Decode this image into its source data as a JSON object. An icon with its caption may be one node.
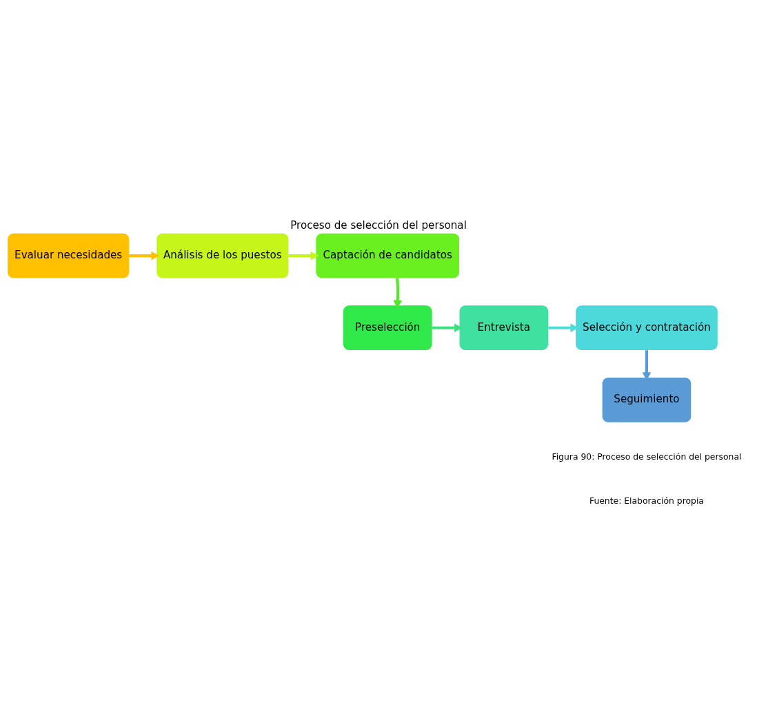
{
  "diagram": {
    "title": "Proceso de selección del personal",
    "caption": "Figura 90: Proceso de selección del personal",
    "nodes": [
      {
        "text": [
          "Evaluar necesidades"
        ]
      },
      {
        "text": [
          "Análisis de los puestos"
        ]
      },
      {
        "text": [
          "Captación de candidatos"
        ]
      },
      {
        "text": [
          "Preselección"
        ]
      },
      {
        "text": [
          "Entrevista"
        ]
      },
      {
        "text": [
          "Selección y contratación"
        ]
      },
      {
        "text": [
          "Seguimiento"
        ]
      }
    ],
    "edges": [
      {
        "from": 0,
        "to": 1,
        "arrow": "to",
        "color": "#ffc000"
      },
      {
        "from": 1,
        "to": 2,
        "arrow": "to",
        "color": "#c6f51a"
      },
      {
        "from": 2,
        "to": 3,
        "arrow": "to",
        "color": "#55e82a"
      },
      {
        "from": 3,
        "to": 4,
        "arrow": "to",
        "color": "#3ee080"
      },
      {
        "from": 4,
        "to": 5,
        "arrow": "to",
        "color": "#4ddbd6"
      },
      {
        "from": 5,
        "to": 6,
        "arrow": "to",
        "color": "#5b9bd5"
      }
    ],
    "labels": [
      "Fuente: Elaboración propia"
    ]
  }
}
